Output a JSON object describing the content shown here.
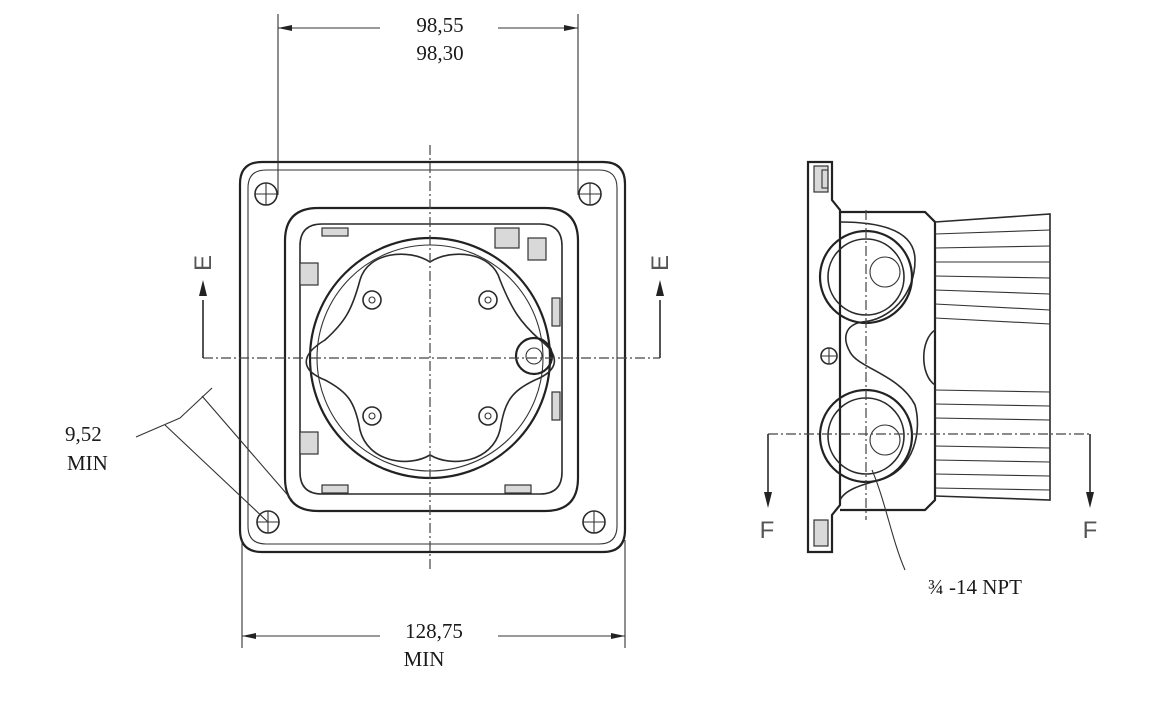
{
  "dimensions": {
    "hole_spacing_max": "98,55",
    "hole_spacing_min": "98,30",
    "overall_width_value": "128,75",
    "overall_width_note": "MIN",
    "edge_distance_value": "9,52",
    "edge_distance_note": "MIN"
  },
  "section_marks": {
    "front_left": "E",
    "front_right": "E",
    "side_left": "F",
    "side_right": "F"
  },
  "thread_callout": "¾ -14 NPT"
}
